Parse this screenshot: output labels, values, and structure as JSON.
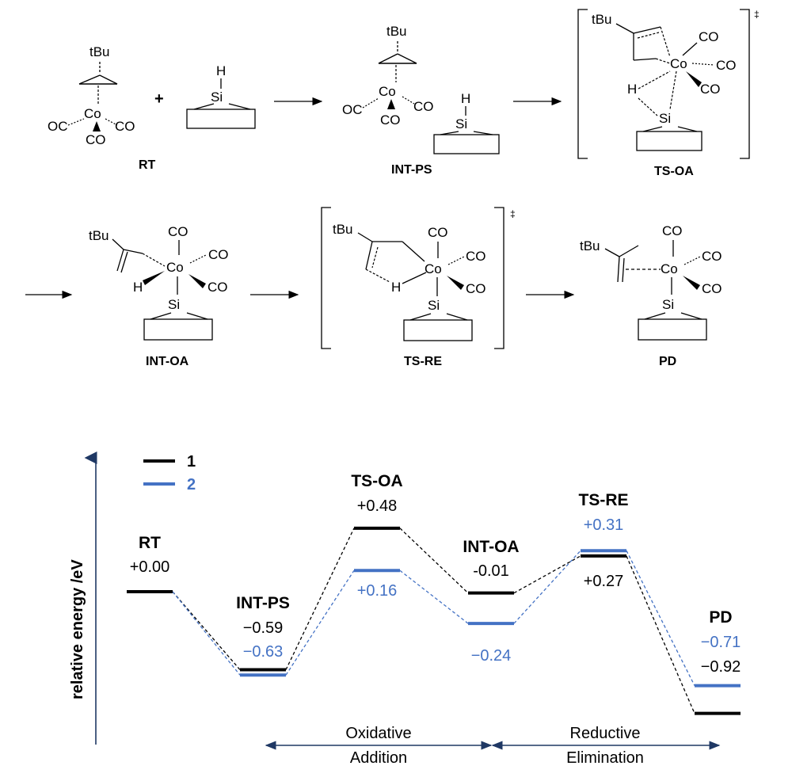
{
  "scheme": {
    "stages": [
      {
        "id": "RT",
        "label": "RT"
      },
      {
        "id": "INT-PS",
        "label": "INT-PS"
      },
      {
        "id": "TS-OA",
        "label": "TS-OA",
        "dagger": "‡"
      },
      {
        "id": "INT-OA",
        "label": "INT-OA"
      },
      {
        "id": "TS-RE",
        "label": "TS-RE",
        "dagger": "‡"
      },
      {
        "id": "PD",
        "label": "PD"
      }
    ],
    "plus": "+",
    "atoms": {
      "tbu": "tBu",
      "co_metal": "Co",
      "si": "Si",
      "h": "H",
      "carbonyl": "CO",
      "carbonyl_left": "OC"
    }
  },
  "chart_data": {
    "type": "energy_profile",
    "ylabel": "relative energy /eV",
    "legend": [
      {
        "name": "1",
        "color": "#000000"
      },
      {
        "name": "2",
        "color": "#4472c4"
      }
    ],
    "states": [
      {
        "name": "RT",
        "energies": {
          "1": 0.0,
          "2": 0.0
        },
        "labels": {
          "1": "+0.00"
        }
      },
      {
        "name": "INT-PS",
        "energies": {
          "1": -0.59,
          "2": -0.63
        },
        "labels": {
          "1": "−0.59",
          "2": "−0.63"
        }
      },
      {
        "name": "TS-OA",
        "energies": {
          "1": 0.48,
          "2": 0.16
        },
        "labels": {
          "1": "+0.48",
          "2": "+0.16"
        }
      },
      {
        "name": "INT-OA",
        "energies": {
          "1": -0.01,
          "2": -0.24
        },
        "labels": {
          "1": "-0.01",
          "2": "−0.24"
        }
      },
      {
        "name": "TS-RE",
        "energies": {
          "1": 0.27,
          "2": 0.31
        },
        "labels": {
          "1": "+0.27",
          "2": "+0.31"
        }
      },
      {
        "name": "PD",
        "energies": {
          "1": -0.92,
          "2": -0.71
        },
        "labels": {
          "1": "−0.92",
          "2": "−0.71"
        }
      }
    ],
    "regions": [
      {
        "line1": "Oxidative",
        "line2": "Addition"
      },
      {
        "line1": "Reductive",
        "line2": "Elimination"
      }
    ],
    "colors": {
      "series1": "#000000",
      "series2": "#4472c4",
      "axis": "#1f3864"
    }
  }
}
